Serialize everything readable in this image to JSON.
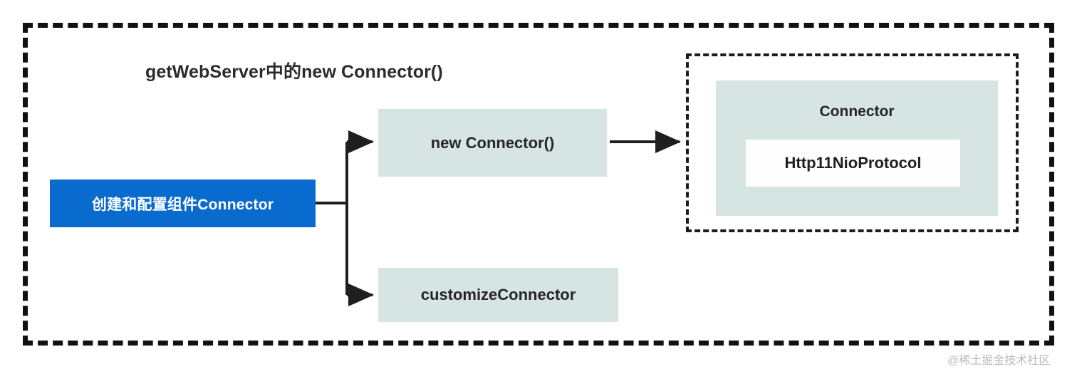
{
  "diagram": {
    "title": "getWebServer中的new Connector()",
    "colors": {
      "primary_blue": "#0a6bce",
      "node_teal": "#d6e4e2",
      "inner_white": "#fdfefd",
      "border_black": "#111111",
      "text_dark": "#262626"
    },
    "nodes": {
      "blue_primary": "创建和配置组件Connector",
      "new_connector": "new Connector()",
      "customize_connector": "customizeConnector",
      "connector_group": "Connector",
      "protocol": "Http11NioProtocol"
    },
    "edges": [
      {
        "from": "创建和配置组件Connector",
        "to": "new Connector()",
        "style": "elbow-arrow"
      },
      {
        "from": "创建和配置组件Connector",
        "to": "customizeConnector",
        "style": "elbow-arrow"
      },
      {
        "from": "new Connector()",
        "to": "Connector",
        "style": "straight-arrow"
      }
    ]
  },
  "watermark": {
    "text": "@稀土掘金技术社区"
  }
}
